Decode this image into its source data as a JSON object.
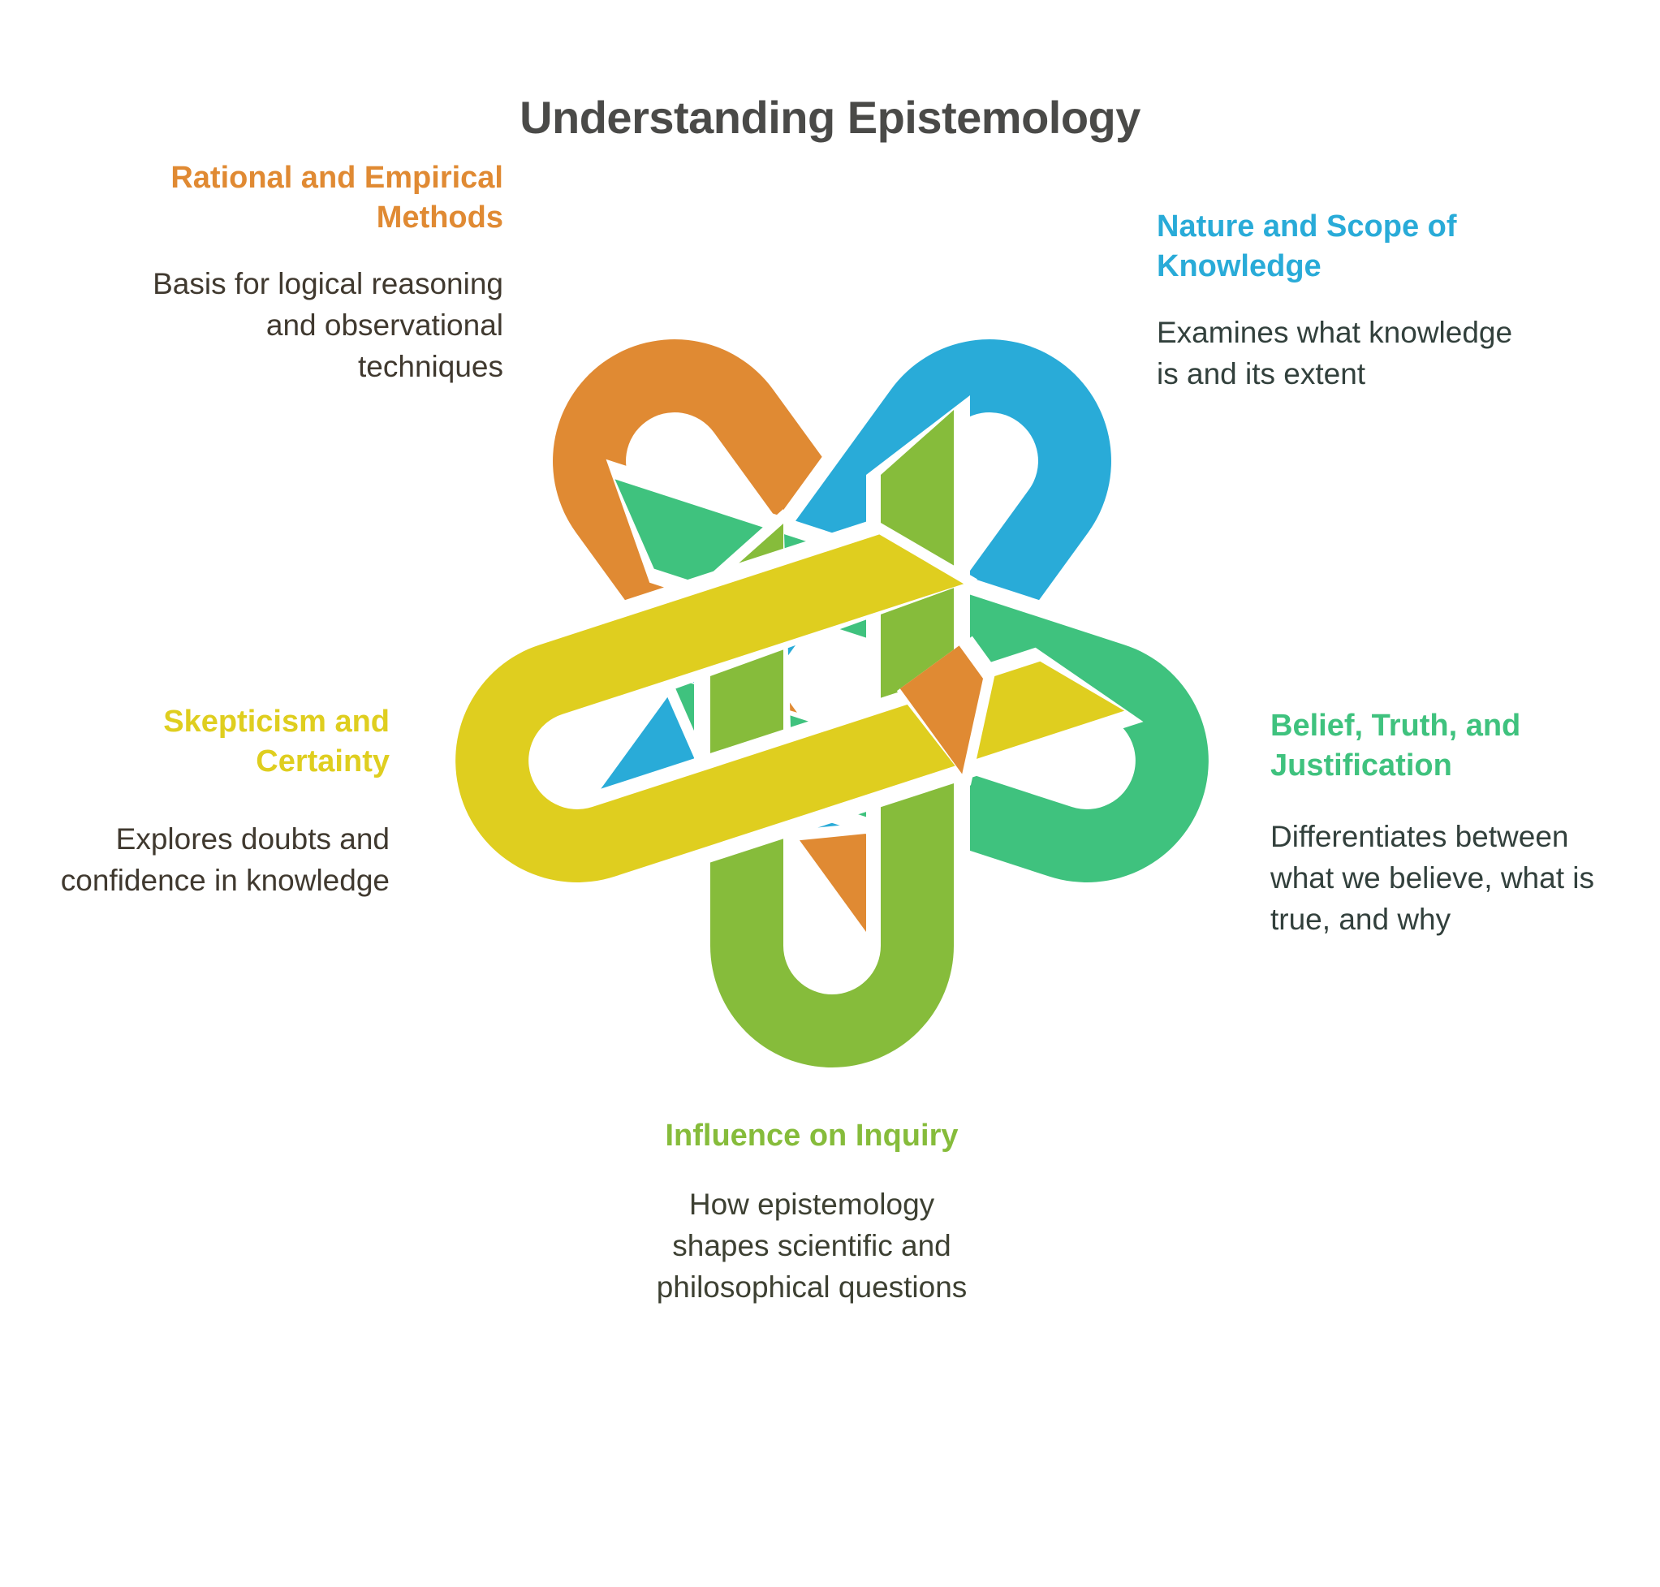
{
  "page": {
    "title": "Understanding Epistemology",
    "background_color": "#ffffff",
    "title_color": "#4a4a48"
  },
  "graphic": {
    "name": "five-fold-interlocking-knot",
    "description": "Five interlocking hook-shaped loops arranged radially, each in a distinct color",
    "arms": [
      {
        "key": "rational",
        "color": "#E08A33",
        "angle_deg": 324
      },
      {
        "key": "nature",
        "color": "#29ABD8",
        "angle_deg": 36
      },
      {
        "key": "belief",
        "color": "#3FC27E",
        "angle_deg": 108
      },
      {
        "key": "influence",
        "color": "#86BC3B",
        "angle_deg": 180
      },
      {
        "key": "skepticism",
        "color": "#DFCE1F",
        "angle_deg": 252
      }
    ]
  },
  "callouts": {
    "rational": {
      "heading": "Rational and Empirical Methods",
      "body": "Basis for logical reasoning and observational techniques",
      "color": "#E08A33"
    },
    "nature": {
      "heading": "Nature and Scope of Knowledge",
      "body": "Examines what knowledge is and its extent",
      "color": "#29ABD8"
    },
    "belief": {
      "heading": "Belief, Truth, and Justification",
      "body": "Differentiates between what we believe, what is true, and why",
      "color": "#3FC27E"
    },
    "influence": {
      "heading": "Influence on Inquiry",
      "body": "How epistemology shapes scientific and philosophical questions",
      "color": "#86BC3B"
    },
    "skepticism": {
      "heading": "Skepticism and Certainty",
      "body": "Explores doubts and confidence in knowledge",
      "color": "#DFCE1F"
    }
  }
}
